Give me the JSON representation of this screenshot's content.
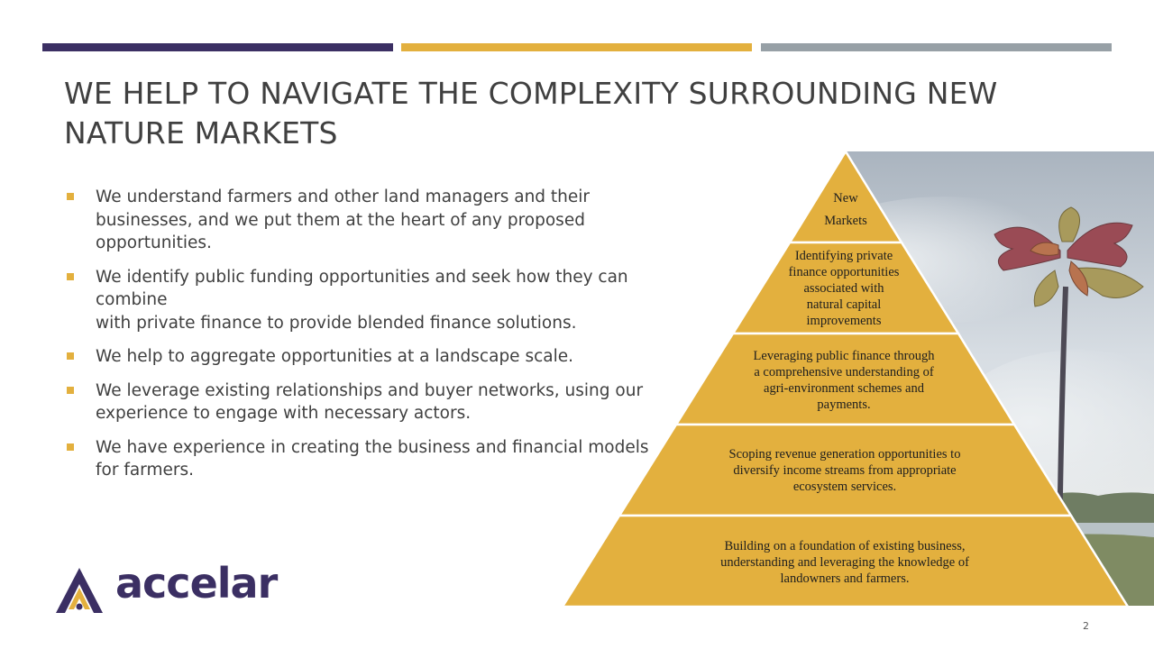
{
  "slide": {
    "title": "WE HELP TO NAVIGATE THE COMPLEXITY SURROUNDING NEW NATURE MARKETS",
    "bullets": [
      "We understand farmers and other land managers and their businesses, and we put them at the heart of any proposed opportunities.",
      "We identify public funding opportunities and seek how they can combine\nwith private finance to provide blended finance solutions.",
      "We help to aggregate opportunities at a landscape scale.",
      "We leverage existing relationships and buyer networks, using our experience to engage with necessary actors.",
      "We have experience in creating the business and financial models for farmers."
    ],
    "pyramid": [
      "New\nMarkets",
      "Identifying private\nfinance opportunities\nassociated with\nnatural capital\nimprovements",
      "Leveraging public finance through\na comprehensive understanding of\nagri-environment schemes and\npayments.",
      "Scoping revenue generation opportunities to\ndiversify income streams from appropriate\necosystem services.",
      "Building on a foundation of existing business,\nunderstanding and leveraging the knowledge of\nlandowners and farmers."
    ],
    "logo_text": "accelar",
    "page_number": "2"
  },
  "colors": {
    "accent_purple": "#3b2f63",
    "accent_gold": "#e3b03e",
    "accent_grey": "#97a0a6"
  }
}
